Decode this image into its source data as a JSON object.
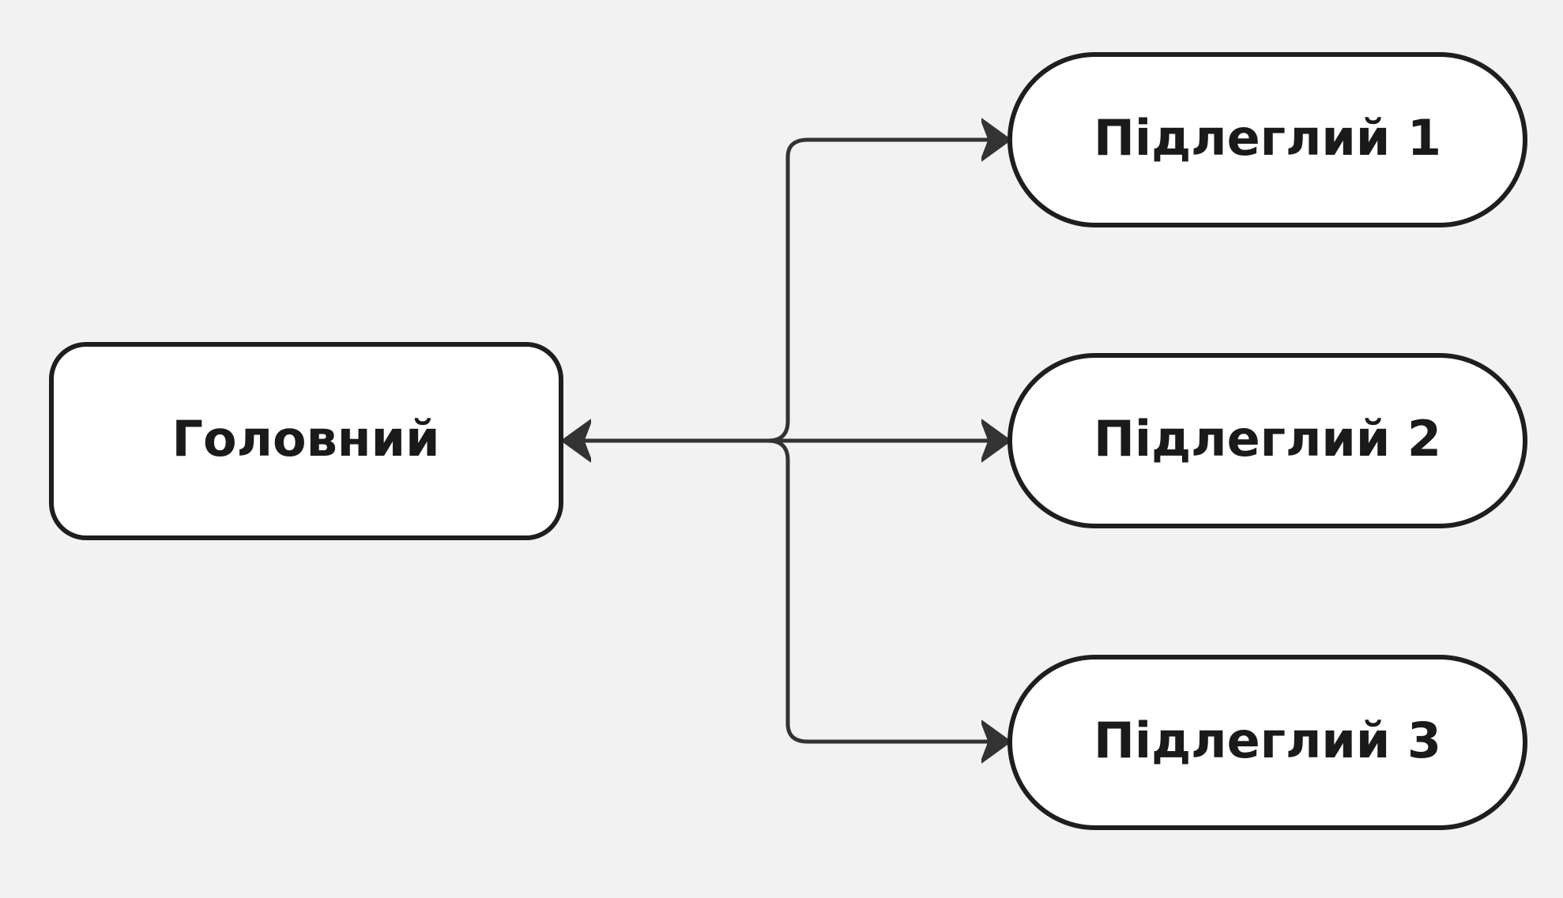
{
  "diagram": {
    "type": "flowchart",
    "colors": {
      "background": "#f2f2f2",
      "node_fill": "#ffffff",
      "stroke": "#1e1e1e",
      "connector": "#333333"
    },
    "nodes": [
      {
        "id": "main",
        "label": "Головний",
        "shape": "rounded-rectangle"
      },
      {
        "id": "sub1",
        "label": "Підлеглий 1",
        "shape": "stadium"
      },
      {
        "id": "sub2",
        "label": "Підлеглий 2",
        "shape": "stadium"
      },
      {
        "id": "sub3",
        "label": "Підлеглий 3",
        "shape": "stadium"
      }
    ],
    "edges": [
      {
        "from": "main",
        "to": "sub1",
        "arrow": "end"
      },
      {
        "from": "main",
        "to": "sub2",
        "arrow": "both"
      },
      {
        "from": "main",
        "to": "sub3",
        "arrow": "end"
      }
    ]
  }
}
